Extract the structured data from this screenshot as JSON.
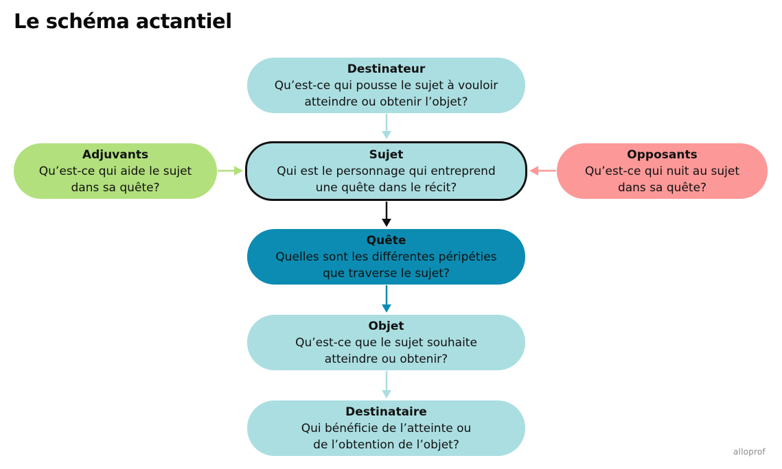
{
  "title": "Le schéma actantiel",
  "nodes": {
    "destinateur": {
      "title": "Destinateur",
      "lines": [
        "Qu’est-ce qui pousse le sujet à vouloir",
        "atteindre ou obtenir l’objet?"
      ],
      "color": "#abdee1"
    },
    "sujet": {
      "title": "Sujet",
      "lines": [
        "Qui est le personnage qui entreprend",
        "une quête dans le récit?"
      ],
      "color": "#abdee1"
    },
    "quete": {
      "title": "Quête",
      "lines": [
        "Quelles sont les différentes péripéties",
        "que traverse le sujet?"
      ],
      "color": "#0c8cb2"
    },
    "objet": {
      "title": "Objet",
      "lines": [
        "Qu’est-ce que le sujet souhaite",
        "atteindre ou obtenir?"
      ],
      "color": "#abdee1"
    },
    "destinataire": {
      "title": "Destinataire",
      "lines": [
        "Qui bénéficie de l’atteinte ou",
        "de l’obtention de l’objet?"
      ],
      "color": "#abdee1"
    },
    "adjuvants": {
      "title": "Adjuvants",
      "lines": [
        "Qu’est-ce qui aide le sujet",
        "dans sa quête?"
      ],
      "color": "#b2e07d"
    },
    "opposants": {
      "title": "Opposants",
      "lines": [
        "Qu’est-ce qui nuit au sujet",
        "dans sa quête?"
      ],
      "color": "#fc9898"
    }
  },
  "arrow_colors": {
    "destinateur_to_sujet": "#abdee1",
    "sujet_to_quete": "#111111",
    "quete_to_objet": "#0c8cb2",
    "objet_to_destinataire": "#abdee1",
    "adjuvants_to_sujet": "#b2e07d",
    "opposants_to_sujet": "#fc9898"
  },
  "logo": "alloprof"
}
